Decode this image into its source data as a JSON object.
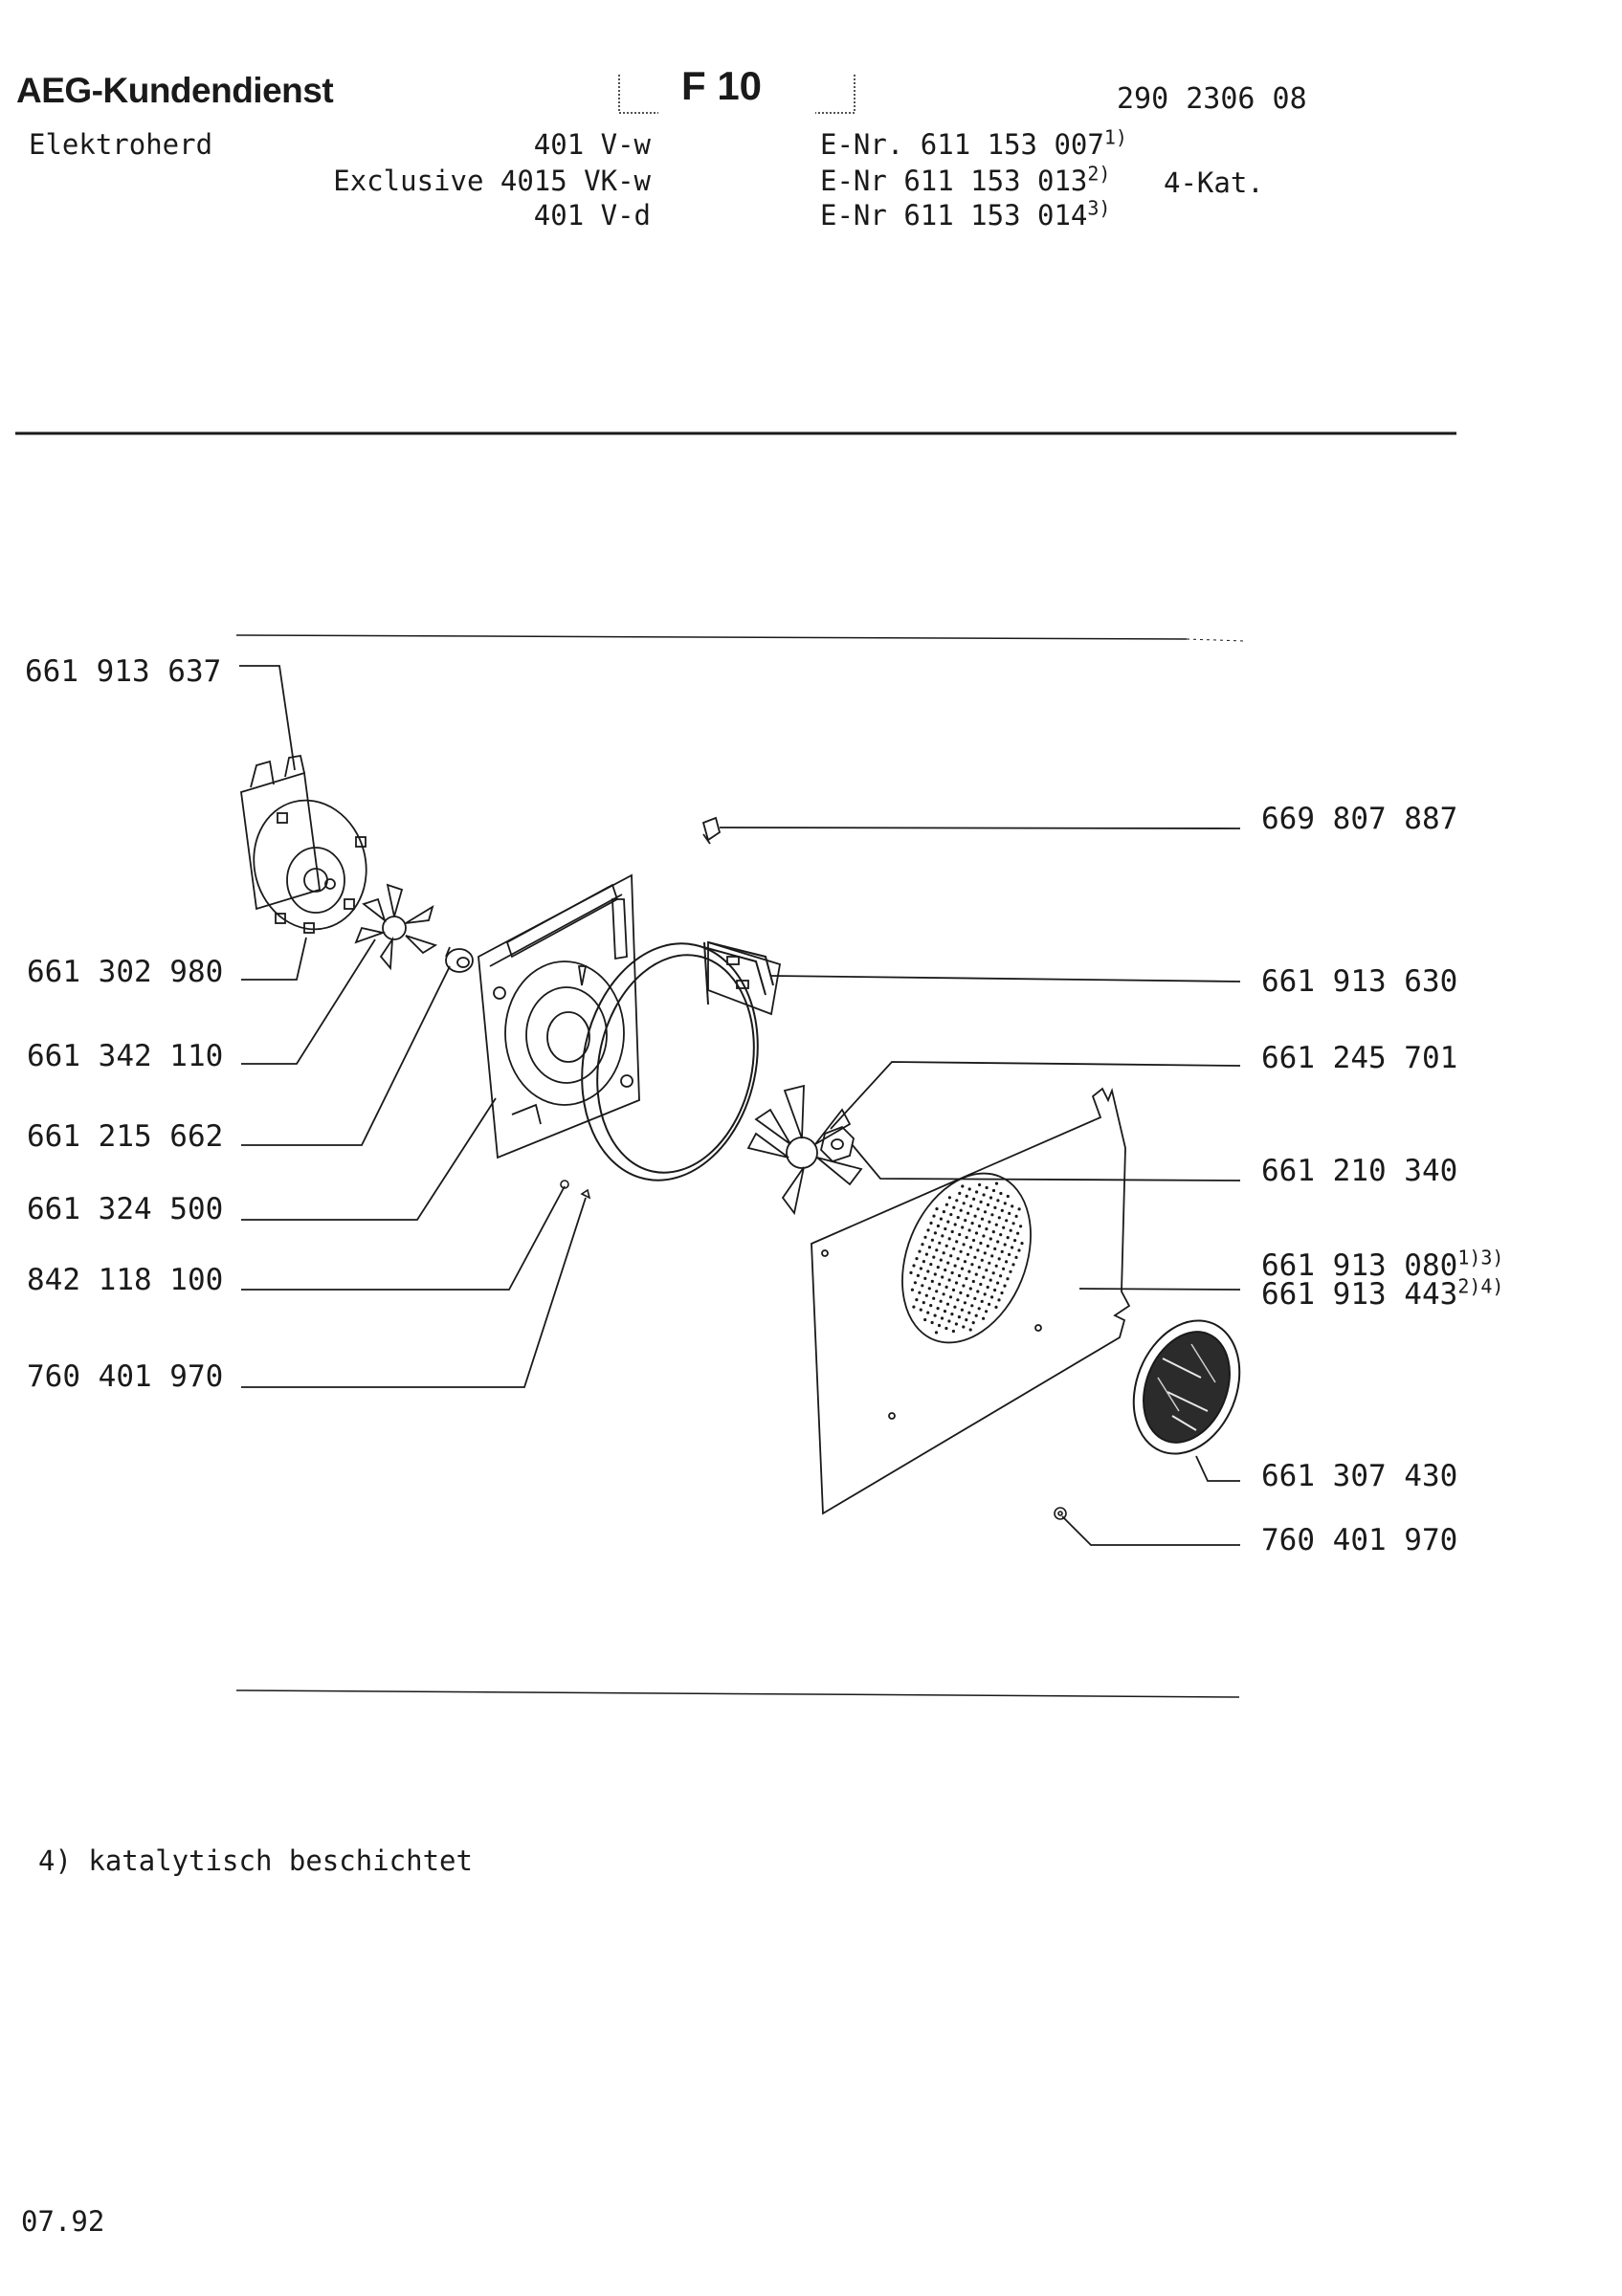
{
  "header": {
    "brand": "AEG-Kundendienst",
    "sheet": "F 10",
    "doc_number": "290 2306 08",
    "appliance": "Elektroherd",
    "models": [
      {
        "model": "401 V-w",
        "enr_label": "E-Nr.",
        "enr": "611 153 007",
        "footnote": "1)"
      },
      {
        "model": "Exclusive 4015 VK-w",
        "enr_label": "E-Nr",
        "enr": "611 153 013",
        "footnote": "2)"
      },
      {
        "model": "401 V-d",
        "enr_label": "E-Nr",
        "enr": "611 153 014",
        "footnote": "3)"
      }
    ],
    "category": "4-Kat."
  },
  "parts_left": [
    "661 913 637",
    "661 302 980",
    "661 342 110",
    "661 215 662",
    "661 324 500",
    "842 118 100",
    "760 401 970"
  ],
  "parts_right": [
    {
      "number": "669 807 887",
      "footnote": ""
    },
    {
      "number": "661 913 630",
      "footnote": ""
    },
    {
      "number": "661 245 701",
      "footnote": ""
    },
    {
      "number": "661 210 340",
      "footnote": ""
    },
    {
      "number": "661 913 080",
      "footnote": "1)3)"
    },
    {
      "number": "661 913 443",
      "footnote": "2)4)"
    },
    {
      "number": "661 307 430",
      "footnote": ""
    },
    {
      "number": "760 401 970",
      "footnote": ""
    }
  ],
  "footnote_text": "4) katalytisch beschichtet",
  "date": "07.92"
}
